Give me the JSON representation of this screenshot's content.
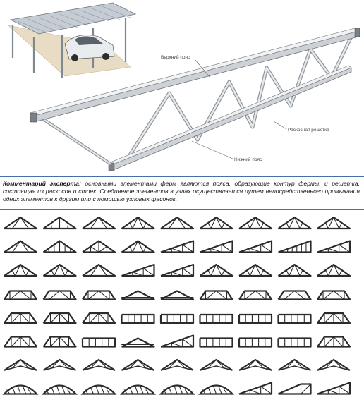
{
  "labels": {
    "top_chord": "Верхний пояс",
    "lattice": "Раскосная решетка",
    "bottom_chord": "Нижний пояс"
  },
  "expert_comment": {
    "heading": "Комментарий эксперта:",
    "text": " основными элементами ферм являются пояса, образующие контур фермы, и решетка, состоящая из раскосов и стоек. Соединение элементов в узлах осуществляется путем непосредственного примыкания одних элементов к другим или с помощью узловых фасонок."
  },
  "truss_grid": {
    "rows": 8,
    "cols": 9,
    "types": [
      [
        "triangle",
        "king",
        "triangle",
        "fink",
        "triangle",
        "fink",
        "fink",
        "fink",
        "fink"
      ],
      [
        "triangle",
        "pratt",
        "howe",
        "fink",
        "mono",
        "mono",
        "mono",
        "mono-pratt",
        "mono"
      ],
      [
        "fink",
        "fink",
        "triangle",
        "mono",
        "mono",
        "fink",
        "fink",
        "fink",
        "fink"
      ],
      [
        "flat-trap",
        "flat-trap",
        "flat-trap",
        "gable-flat",
        "gable-flat",
        "flat-trap",
        "flat-trap",
        "flat-trap",
        "flat-trap"
      ],
      [
        "hip",
        "hip",
        "hip",
        "flat",
        "flat",
        "flat",
        "flat",
        "flat",
        "hip"
      ],
      [
        "hip",
        "hip",
        "flat",
        "gable-flat",
        "mono",
        "flat",
        "flat",
        "flat",
        "hip"
      ],
      [
        "scissor",
        "scissor",
        "scissor",
        "scissor",
        "scissor",
        "scissor",
        "scissor",
        "scissor",
        "scissor"
      ],
      [
        "bowstring",
        "bowstring",
        "bowstring",
        "bowstring",
        "bowstring",
        "bowstring",
        "mono",
        "mono-flat",
        "mono"
      ]
    ]
  },
  "colors": {
    "steel": "#d8dadd",
    "steel_dark": "#9aa0a6",
    "truss_ink": "#2b2b2b",
    "divider": "#4a6fa5"
  }
}
